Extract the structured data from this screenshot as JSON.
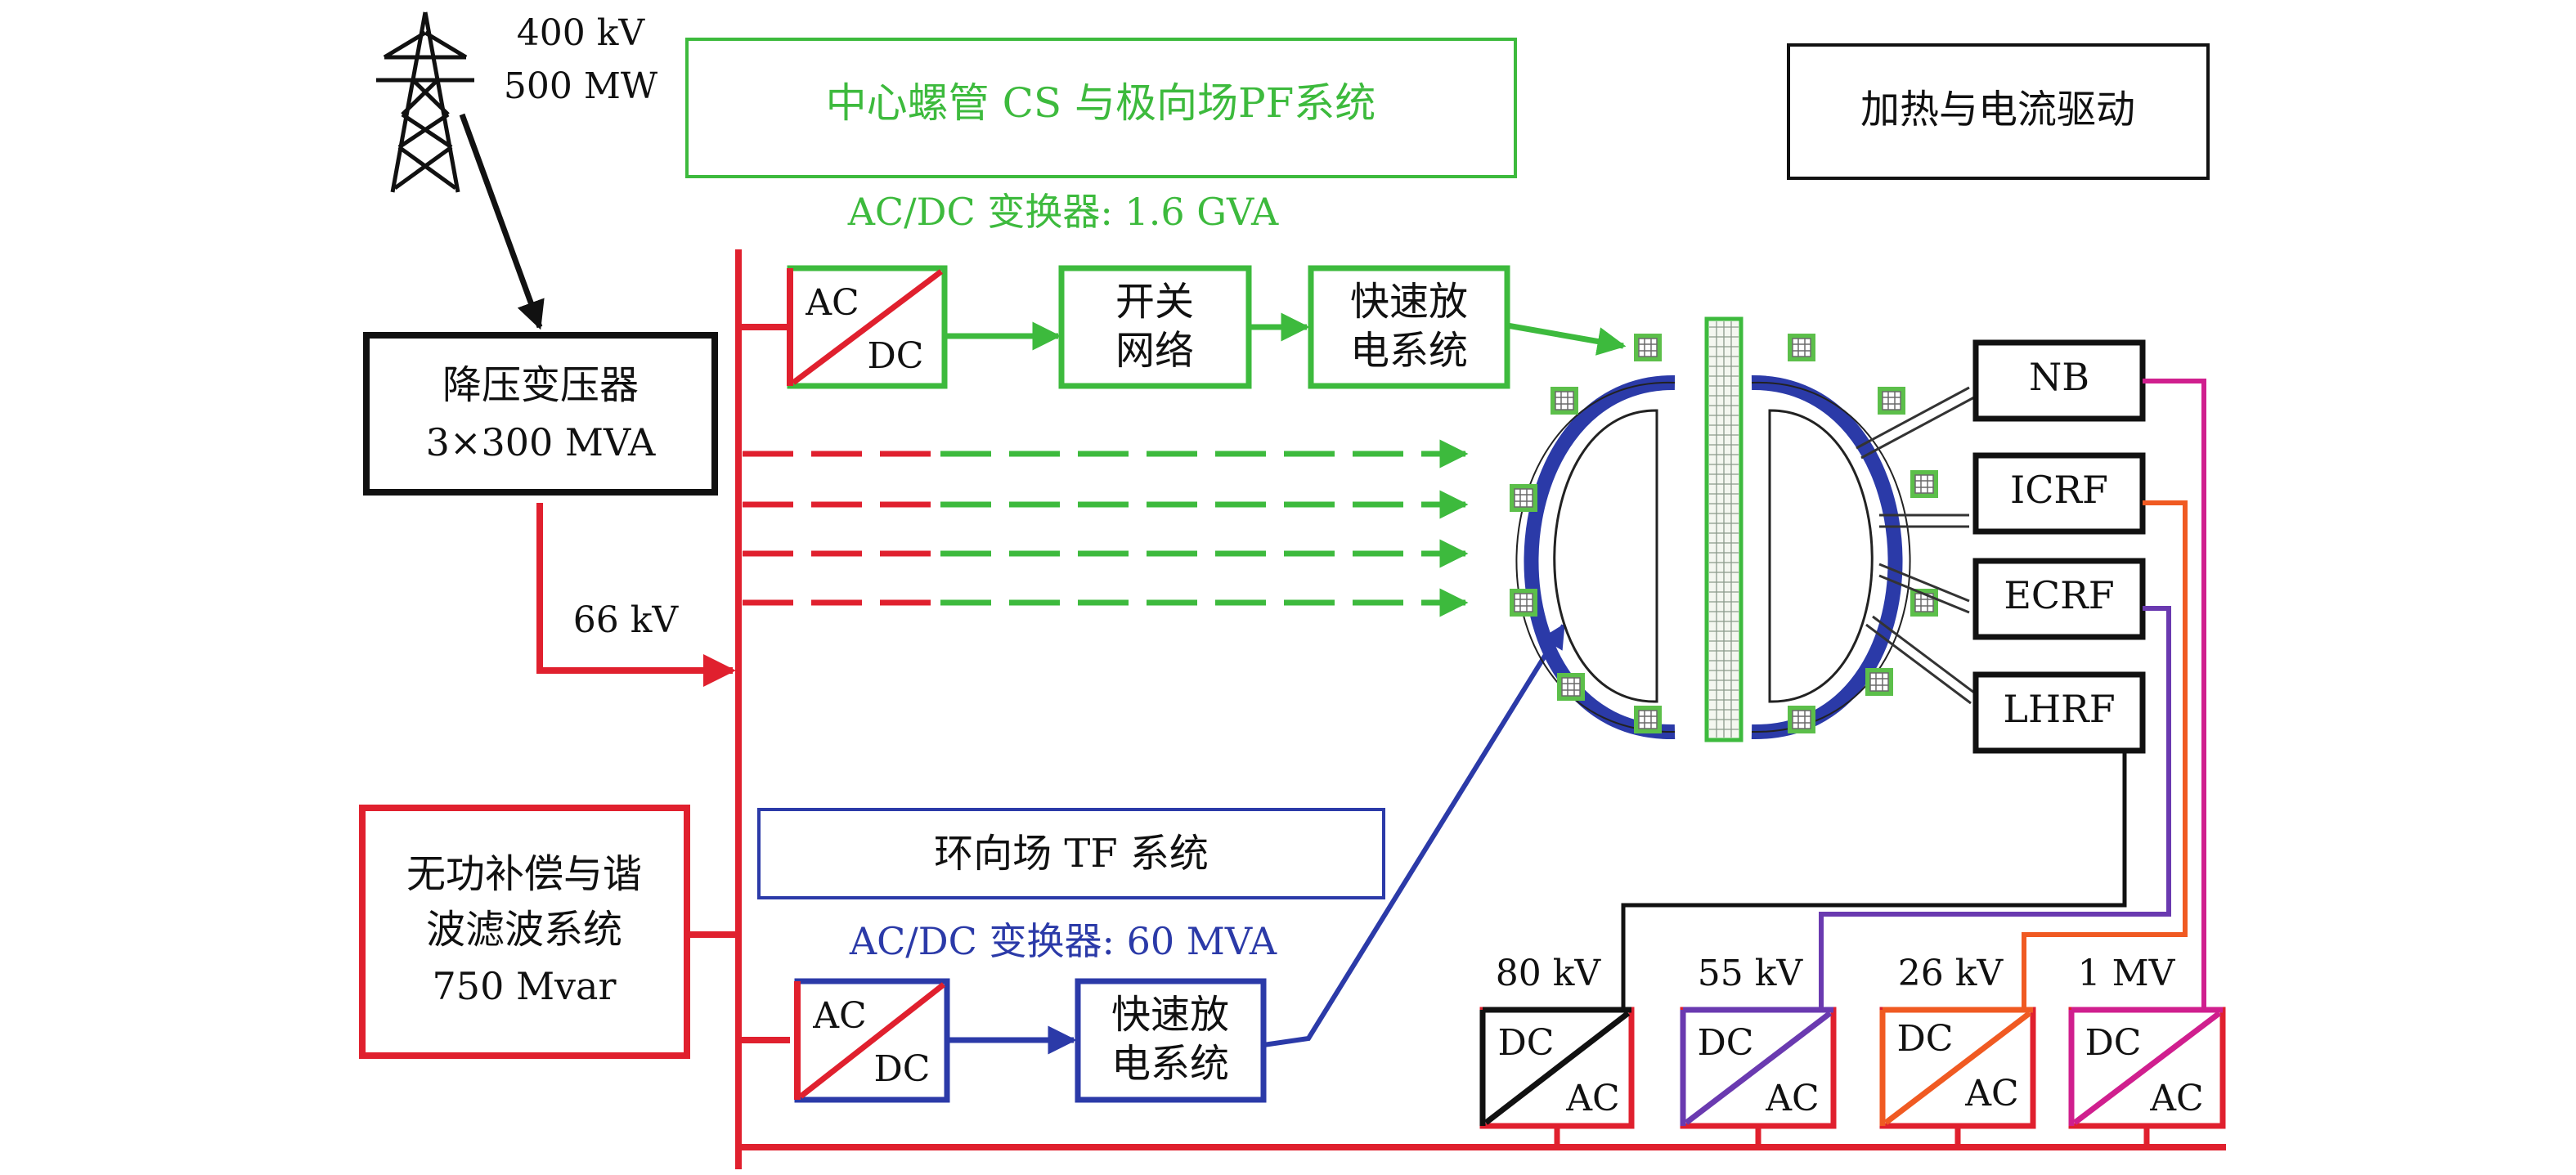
{
  "colors": {
    "red": "#e0202e",
    "green": "#3dba3d",
    "blue": "#2b3aa8",
    "black": "#111111",
    "magenta": "#d01f8e",
    "orange": "#f05a22",
    "purple": "#6a3ab0",
    "coil_fill": "#5cbf4a"
  },
  "grid": {
    "voltage": "400 kV",
    "power": "500 MW"
  },
  "step_down": {
    "line1": "降压变压器",
    "line2": "3×300 MVA"
  },
  "bus_voltage": "66 kV",
  "reactive": {
    "line1": "无功补偿与谐",
    "line2": "波滤波系统",
    "line3": "750 Mvar"
  },
  "pf_system": {
    "title": "中心螺管 CS 与极向场PF系统",
    "converter": "AC/DC 变换器: 1.6 GVA",
    "conv_ac": "AC",
    "conv_dc": "DC",
    "switch_1": "开关",
    "switch_2": "网络",
    "fast_1": "快速放",
    "fast_2": "电系统"
  },
  "tf_system": {
    "title": "环向场 TF 系统",
    "converter": "AC/DC 变换器: 60 MVA",
    "conv_ac": "AC",
    "conv_dc": "DC",
    "fast_1": "快速放",
    "fast_2": "电系统"
  },
  "heating": {
    "title": "加热与电流驱动",
    "items": [
      "NB",
      "ICRF",
      "ECRF",
      "LHRF"
    ]
  },
  "hcd_converters": [
    {
      "voltage": "80 kV",
      "dc": "DC",
      "ac": "AC"
    },
    {
      "voltage": "55 kV",
      "dc": "DC",
      "ac": "AC"
    },
    {
      "voltage": "26 kV",
      "dc": "DC",
      "ac": "AC"
    },
    {
      "voltage": "1 MV",
      "dc": "DC",
      "ac": "AC"
    }
  ]
}
